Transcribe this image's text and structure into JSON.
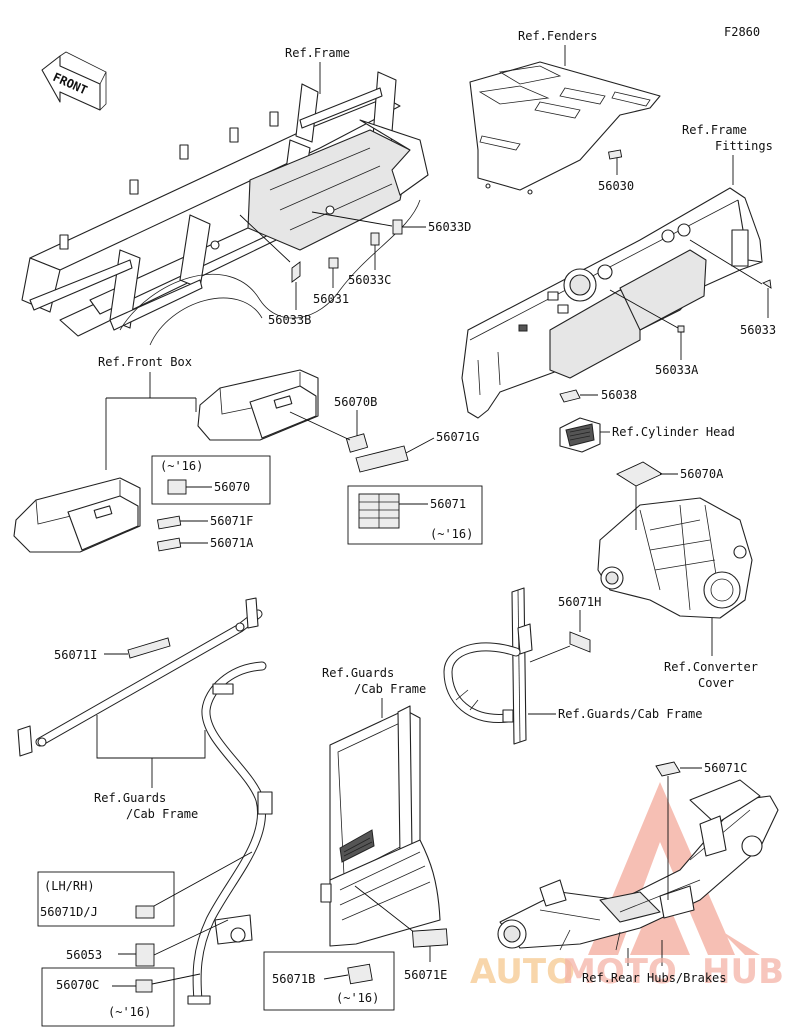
{
  "figure_code": "F2860",
  "front_arrow_label": "FRONT",
  "watermark": {
    "brand_prefix": "AUTO",
    "brand_middle": "MOTO",
    "brand_suffix": "HUB",
    "primary_color": "#f5b4a8",
    "accent_color": "#f6c98f"
  },
  "references": {
    "frame": "Ref.Frame",
    "fenders": "Ref.Fenders",
    "frame_fittings_1": "Ref.Frame",
    "frame_fittings_2": "Fittings",
    "front_box": "Ref.Front Box",
    "cylinder_head": "Ref.Cylinder Head",
    "converter_cover_1": "Ref.Converter",
    "converter_cover_2": "Cover",
    "guards_cab_frame_right": "Ref.Guards/Cab Frame",
    "guards_left_1": "Ref.Guards",
    "guards_left_2": "/Cab Frame",
    "guards_center_1": "Ref.Guards",
    "guards_center_2": "/Cab Frame",
    "rear_hubs_brakes": "Ref.Rear Hubs/Brakes"
  },
  "parts": {
    "p56030": "56030",
    "p56033D": "56033D",
    "p56033C": "56033C",
    "p56031": "56031",
    "p56033B": "56033B",
    "p56033": "56033",
    "p56033A": "56033A",
    "p56038": "56038",
    "p56070B": "56070B",
    "p56071G": "56071G",
    "p56070": "56070",
    "p56071F": "56071F",
    "p56071A": "56071A",
    "p56071": "56071",
    "p56070A": "56070A",
    "p56071H": "56071H",
    "p56071I": "56071I",
    "p56071C": "56071C",
    "p56071DJ": "56071D/J",
    "p56053": "56053",
    "p56070C": "56070C",
    "p56071B": "56071B",
    "p56071E": "56071E"
  },
  "notes": {
    "until16_a": "(~'16)",
    "until16_b": "(~'16)",
    "until16_c": "(~'16)",
    "until16_d": "(~'16)",
    "lh_rh": "(LH/RH)"
  }
}
